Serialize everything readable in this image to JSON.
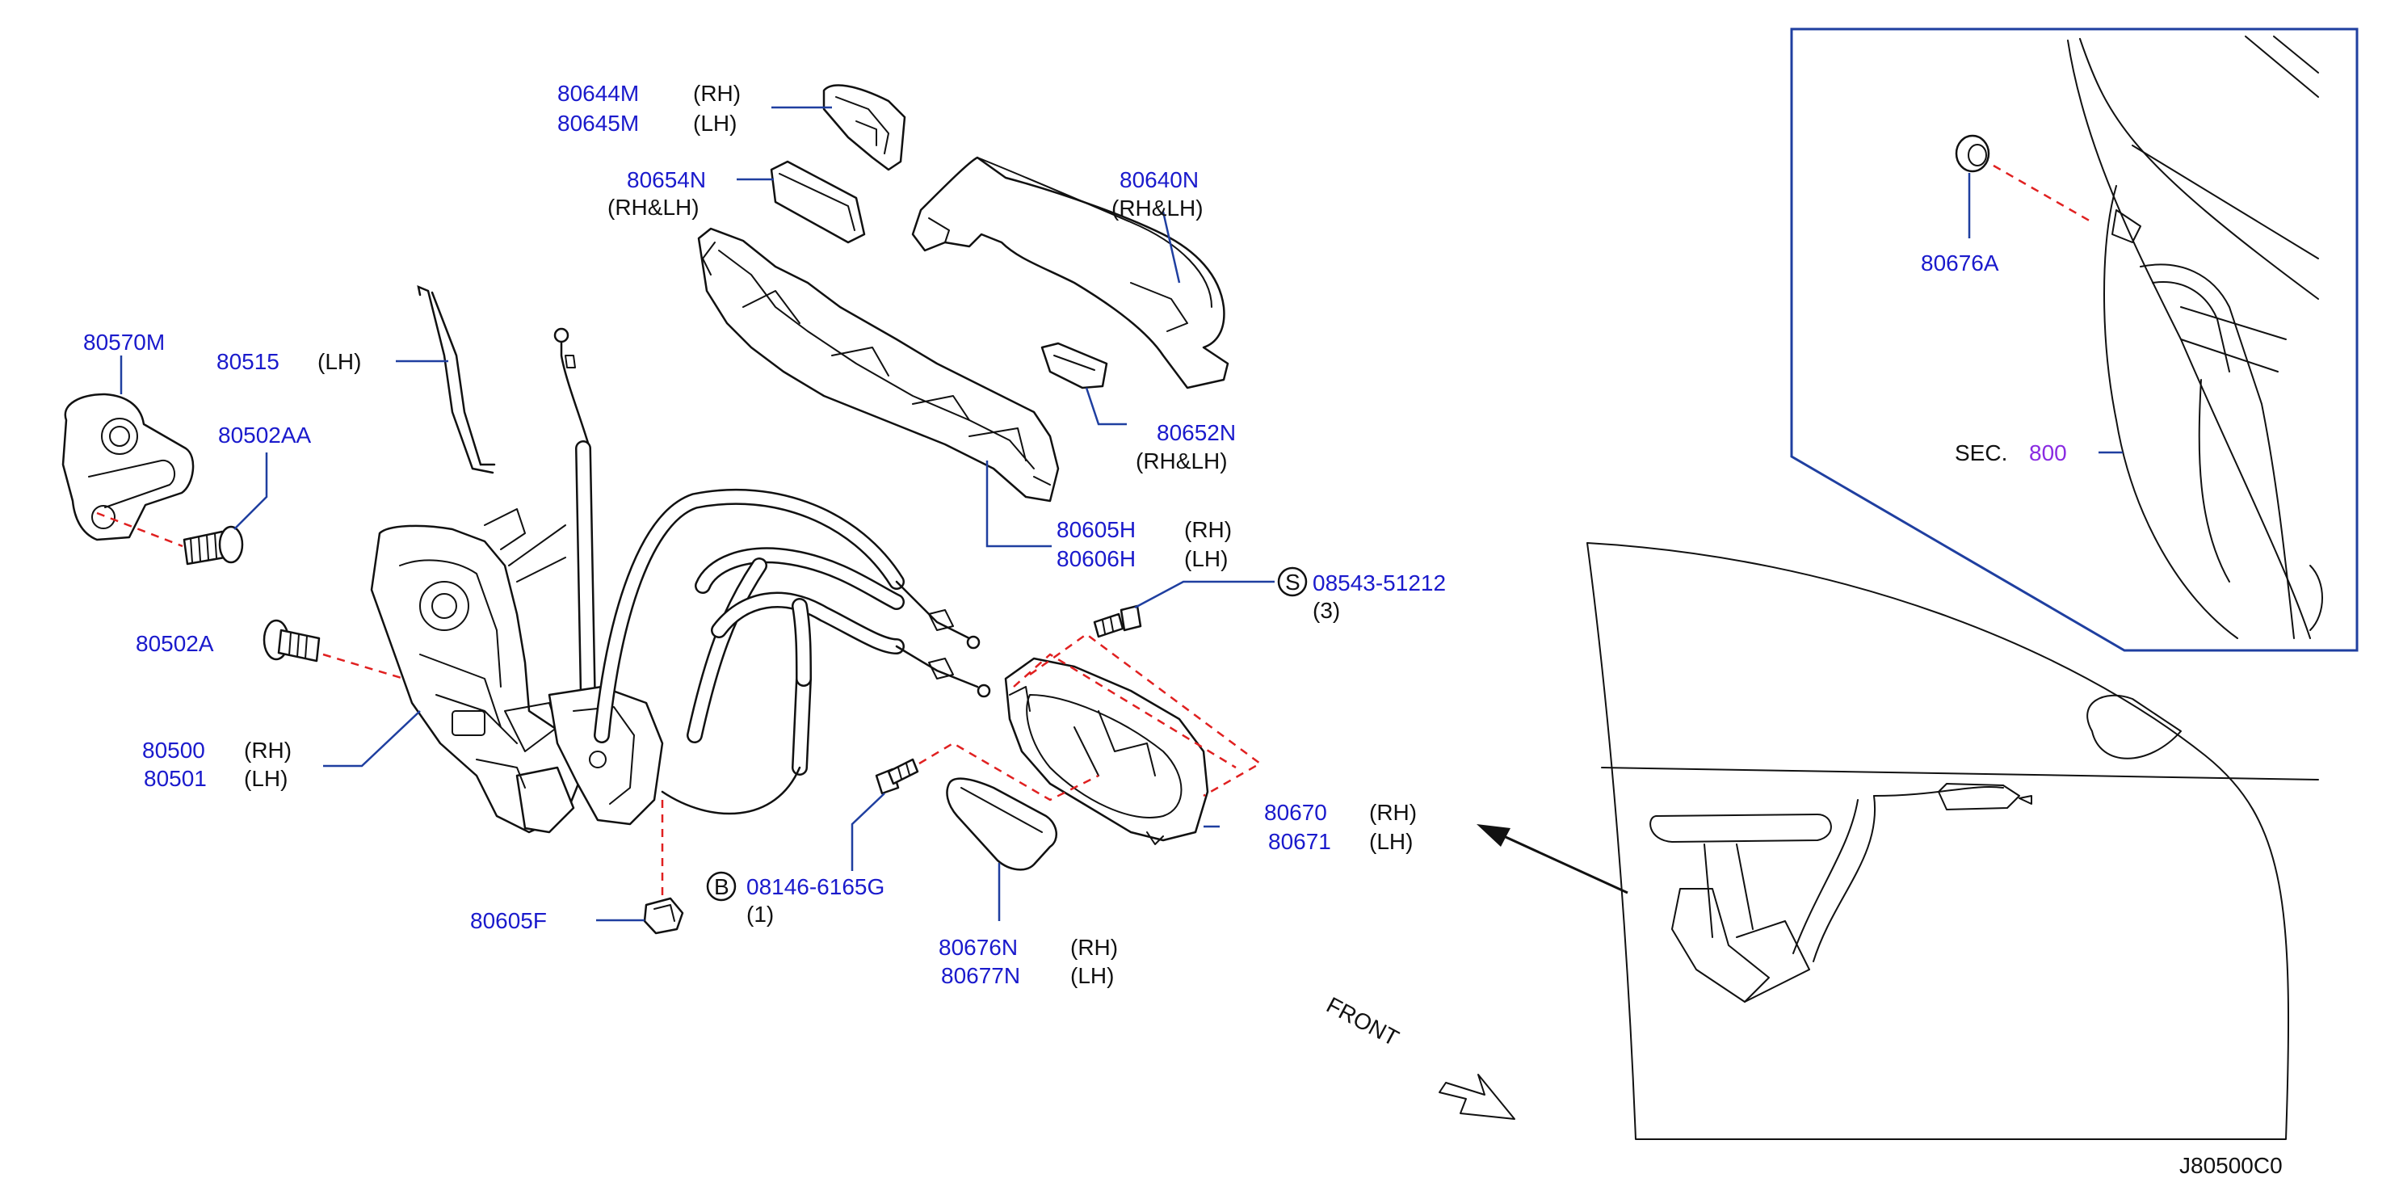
{
  "diagram_id": "J80500C0",
  "callouts": {
    "p80644M": {
      "pn": "80644M",
      "side": "(RH)"
    },
    "p80645M": {
      "pn": "80645M",
      "side": "(LH)"
    },
    "p80654N": {
      "pn": "80654N",
      "side": "(RH&LH)"
    },
    "p80640N": {
      "pn": "80640N",
      "side": "(RH&LH)"
    },
    "p80570M": {
      "pn": "80570M"
    },
    "p80515": {
      "pn": "80515",
      "side": "(LH)"
    },
    "p80502AA": {
      "pn": "80502AA"
    },
    "p80652N": {
      "pn": "80652N",
      "side": "(RH&LH)"
    },
    "p80605H": {
      "pn": "80605H",
      "side": "(RH)"
    },
    "p80606H": {
      "pn": "80606H",
      "side": "(LH)"
    },
    "p08543": {
      "symbol": "S",
      "pn": "08543-51212",
      "qty": "(3)"
    },
    "p80502A": {
      "pn": "80502A"
    },
    "p80500": {
      "pn": "80500",
      "side": "(RH)"
    },
    "p80501": {
      "pn": "80501",
      "side": "(LH)"
    },
    "p80670": {
      "pn": "80670",
      "side": "(RH)"
    },
    "p80671": {
      "pn": "80671",
      "side": "(LH)"
    },
    "p08146": {
      "symbol": "B",
      "pn": "08146-6165G",
      "qty": "(1)"
    },
    "p80605F": {
      "pn": "80605F"
    },
    "p80676N": {
      "pn": "80676N",
      "side": "(RH)"
    },
    "p80677N": {
      "pn": "80677N",
      "side": "(LH)"
    },
    "p80676A": {
      "pn": "80676A"
    },
    "sec": {
      "prefix": "SEC.",
      "number": "800"
    }
  },
  "front_label": "FRONT",
  "colors": {
    "part_number": "#1a1acc",
    "leader": "#1f3fa0",
    "dashed_link": "#e02020",
    "section_ref": "#8a2be2"
  }
}
